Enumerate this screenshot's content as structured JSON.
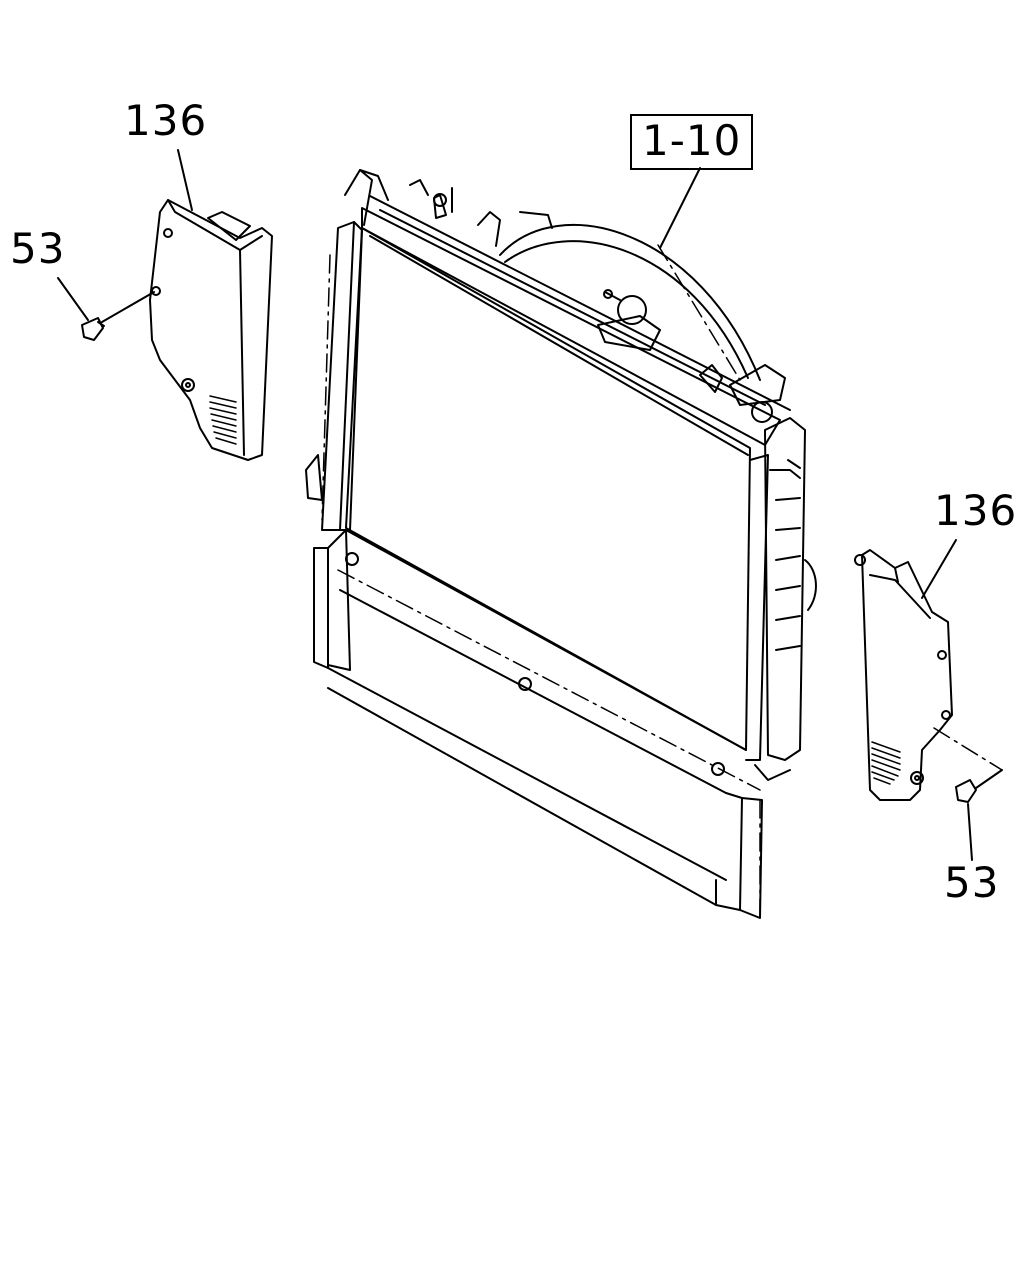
{
  "callouts": {
    "assembly": "1-10",
    "shroud_left": "136",
    "shroud_right": "136",
    "clip_left": "53",
    "clip_right": "53"
  },
  "colors": {
    "line": "#000000",
    "background": "#ffffff"
  }
}
